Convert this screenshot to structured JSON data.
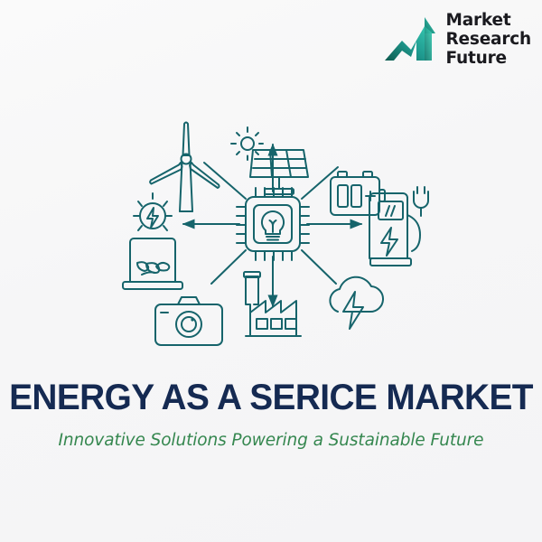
{
  "background_color": "#f7f7f8",
  "brand": {
    "logo_mark_name": "market-research-future-logo-mark",
    "logo_gradient_from": "#2fb8a8",
    "logo_gradient_to": "#0f5f52",
    "name_line_1": "Market",
    "name_line_2": "Research",
    "name_line_3": "Future",
    "text_color": "#1a1a1f"
  },
  "title": {
    "heading": "ENERGY AS A SERICE MARKET",
    "heading_color": "#152a52",
    "subheading": "Innovative Solutions Powering a Sustainable Future",
    "subheading_color": "#35874f"
  },
  "diagram": {
    "stroke_color": "#16646b",
    "center": {
      "label": "microchip-with-lightbulb",
      "inner_icon": "lightbulb-icon"
    },
    "nodes": [
      {
        "id": "wind-turbine",
        "icon": "wind-turbine-icon",
        "position": "top-left",
        "connector": "diagonal-line"
      },
      {
        "id": "solar-panel",
        "icon": "solar-panel-icon",
        "position": "top",
        "connector": "arrow-up"
      },
      {
        "id": "battery",
        "icon": "battery-icon",
        "position": "top-right",
        "connector": "diagonal-line"
      },
      {
        "id": "ev-charging-station",
        "icon": "ev-charging-station-icon",
        "position": "right",
        "connector": "arrow-right"
      },
      {
        "id": "cloud-energy",
        "icon": "cloud-lightning-icon",
        "position": "bottom-right",
        "connector": "diagonal-line"
      },
      {
        "id": "factory",
        "icon": "factory-icon",
        "position": "bottom",
        "connector": "arrow-down"
      },
      {
        "id": "camera",
        "icon": "camera-icon",
        "position": "bottom-left",
        "connector": "diagonal-line"
      },
      {
        "id": "green-energy-laptop",
        "icon": "laptop-green-energy-icon",
        "position": "left",
        "connector": "arrow-left"
      }
    ]
  }
}
